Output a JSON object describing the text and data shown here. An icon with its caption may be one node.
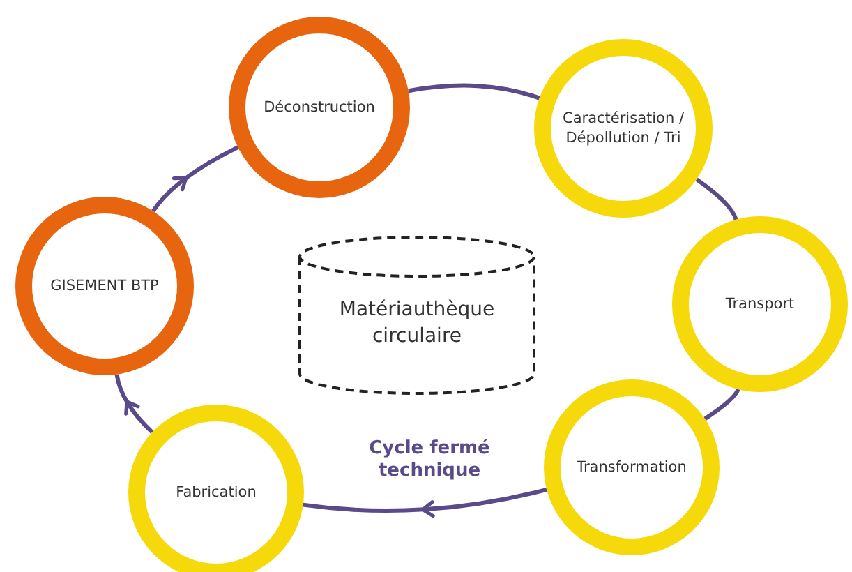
{
  "diagram": {
    "nodes": [
      {
        "text": [
          "Déconstruction"
        ]
      },
      {
        "text": [
          "Caractérisation / Dépollution / Tri"
        ]
      },
      {
        "text": [
          "Transport"
        ]
      },
      {
        "text": [
          "Transformation"
        ]
      },
      {
        "text": [
          "Fabrication"
        ]
      },
      {
        "text": [
          "GISEMENT BTP"
        ]
      },
      {
        "text": [
          "Matériauthèque circulaire"
        ]
      }
    ],
    "edges": [
      {
        "from": 0,
        "to": 1,
        "arrow": "none"
      },
      {
        "from": 1,
        "to": 2,
        "arrow": "none"
      },
      {
        "from": 2,
        "to": 3,
        "arrow": "none"
      },
      {
        "from": 3,
        "to": 4,
        "arrow": "to"
      },
      {
        "from": 4,
        "to": 5,
        "arrow": "to"
      },
      {
        "from": 5,
        "to": 0,
        "arrow": "to"
      }
    ],
    "labels": [
      "Cycle fermé technique"
    ]
  }
}
